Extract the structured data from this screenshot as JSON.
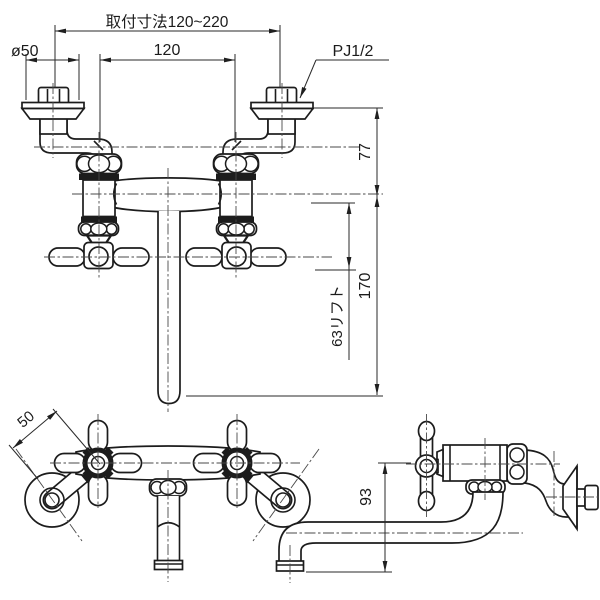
{
  "drawing": {
    "type": "technical-drawing",
    "subject": "wall-mounted two-handle mixing faucet, three orthographic views",
    "colors": {
      "background": "#ffffff",
      "line": "#1c1c1c",
      "dimension": "#2a2a2a"
    },
    "dimensions": {
      "mount_range": "取付寸法120~220",
      "flange_dia": "ø50",
      "center_distance": "120",
      "thread": "PJ1/2",
      "wall_to_center": "77",
      "center_to_outlet": "170",
      "lift": "63リフト",
      "handle_dia": "50",
      "spout_drop": "93"
    }
  }
}
